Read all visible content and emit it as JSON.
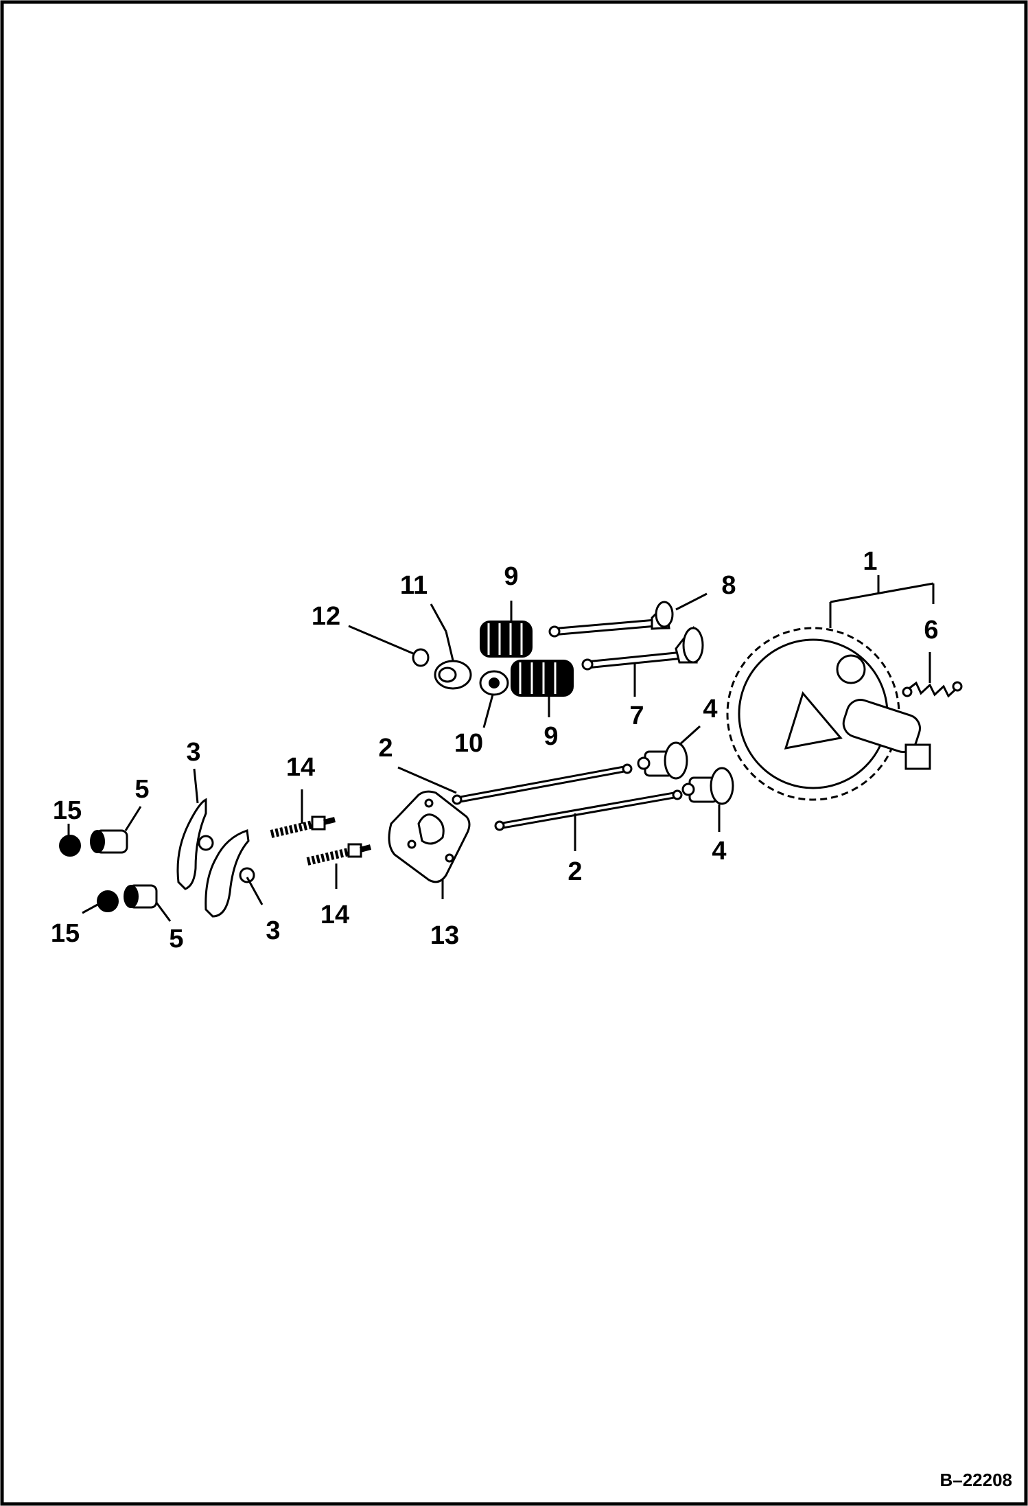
{
  "diagram": {
    "reference_code": "B–22208",
    "callouts": {
      "c1": "1",
      "c2a": "2",
      "c2b": "2",
      "c3a": "3",
      "c3b": "3",
      "c4a": "4",
      "c4b": "4",
      "c5a": "5",
      "c5b": "5",
      "c6": "6",
      "c7": "7",
      "c8": "8",
      "c9a": "9",
      "c9b": "9",
      "c10": "10",
      "c11": "11",
      "c12": "12",
      "c13": "13",
      "c14a": "14",
      "c14b": "14",
      "c15a": "15",
      "c15b": "15"
    },
    "colors": {
      "ink": "#000000",
      "paper": "#ffffff"
    }
  }
}
